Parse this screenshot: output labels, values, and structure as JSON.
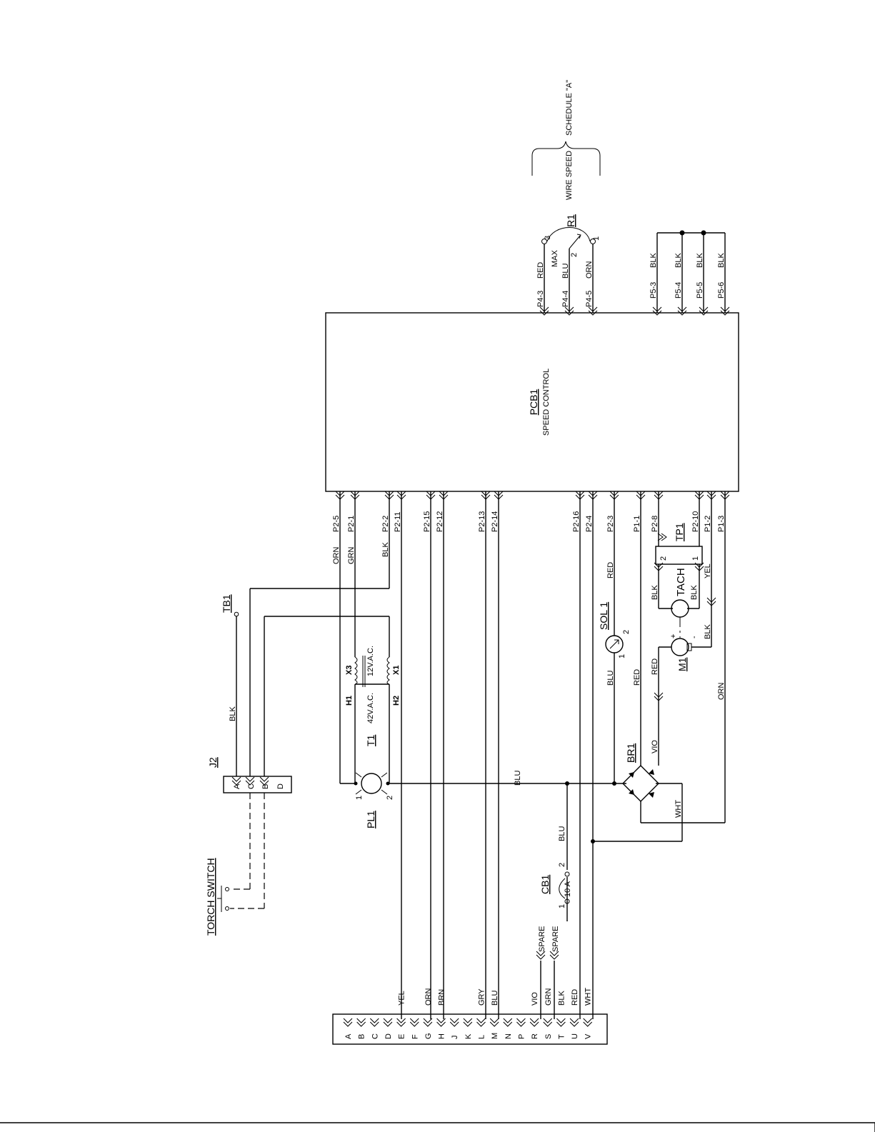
{
  "schedule": {
    "label": "SCHEDULE \"A\"",
    "group": "WIRE SPEED"
  },
  "pcb": {
    "ref": "PCB1",
    "name": "SPEED CONTROL"
  },
  "pot": {
    "ref": "R1",
    "max": "MAX",
    "pins": [
      "3",
      "2",
      "1"
    ]
  },
  "pcb_right_pins": [
    {
      "pin": "P4-3",
      "color": "RED"
    },
    {
      "pin": "P4-4",
      "color": "BLU"
    },
    {
      "pin": "P4-5",
      "color": "ORN"
    },
    {
      "pin": "P5-3",
      "color": "BLK"
    },
    {
      "pin": "P5-4",
      "color": "BLK"
    },
    {
      "pin": "P5-5",
      "color": "BLK"
    },
    {
      "pin": "P5-6",
      "color": "BLK"
    }
  ],
  "pcb_left_pins": [
    "P2-5",
    "P2-1",
    "P2-2",
    "P2-11",
    "P2-15",
    "P2-12",
    "P2-13",
    "P2-14",
    "P2-16",
    "P2-4",
    "P2-3",
    "P1-1",
    "P2-8",
    "P2-10",
    "P1-2",
    "P1-3"
  ],
  "connector_strip": {
    "letters": [
      "A",
      "B",
      "C",
      "D",
      "E",
      "F",
      "G",
      "H",
      "J",
      "K",
      "L",
      "M",
      "N",
      "P",
      "R",
      "S",
      "T",
      "U",
      "V"
    ],
    "wire_colors": {
      "E": "YEL",
      "G": "ORN",
      "H": "BRN",
      "L": "GRY",
      "M": "BLU",
      "R": "VIO",
      "S": "GRN",
      "T": "BLK",
      "U": "RED",
      "V": "WHT"
    },
    "spare": "SPARE"
  },
  "components": {
    "torch": "TORCH SWITCH",
    "j2": {
      "ref": "J2",
      "pins": [
        "A",
        "C",
        "B",
        "D"
      ]
    },
    "tb1": "TB1",
    "pl1": {
      "ref": "PL1",
      "pins": [
        "1",
        "2"
      ]
    },
    "t1": {
      "ref": "T1",
      "primary": "42V.A.C.",
      "secondary": "12V.A.C.",
      "h1": "H1",
      "h2": "H2",
      "x3": "X3",
      "x1": "X1"
    },
    "cb1": {
      "ref": "CB1",
      "rating": "10 A",
      "pins": [
        "1",
        "2"
      ]
    },
    "sol1": {
      "ref": "SOL 1",
      "pins": [
        "1",
        "2"
      ]
    },
    "m1": {
      "ref": "M1",
      "plus": "+",
      "minus": "-"
    },
    "tach": {
      "ref": "TACH"
    },
    "tp1": {
      "ref": "TP1",
      "pins": [
        "2",
        "1"
      ]
    },
    "br1": {
      "ref": "BR1"
    }
  },
  "wire_labels": {
    "orn": "ORN",
    "grn": "GRN",
    "blk": "BLK",
    "red": "RED",
    "blu": "BLU",
    "vio": "VIO",
    "wht": "WHT",
    "yel": "YEL",
    "brn": "BRN",
    "gry": "GRY"
  }
}
